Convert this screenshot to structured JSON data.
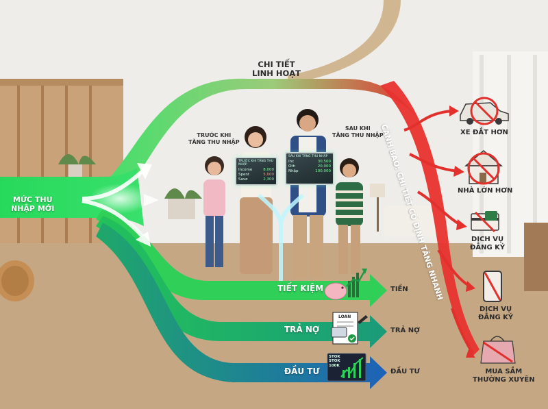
{
  "title": {
    "line1": "CHI TIẾT",
    "line2": "LINH HOẠT"
  },
  "source": {
    "line1": "MỨC THU",
    "line2": "NHẬP MỚI"
  },
  "before": {
    "line1": "TRƯỚC KHI",
    "line2": "TĂNG THU NHẬP"
  },
  "after": {
    "line1": "SAU KHI",
    "line2": "TĂNG THU NHẬP"
  },
  "warning": "CẢNH BÁO: CHI TIẾT CỐ ĐỊNH TĂNG NHANH",
  "tablet_left": {
    "header": "TRƯỚC KHI TĂNG THU NHẬP",
    "rows": [
      [
        "Income",
        "8,000"
      ],
      [
        "Spent",
        "5,000"
      ],
      [
        "Save",
        "2,300"
      ]
    ]
  },
  "tablet_right": {
    "header": "SAU KHI TĂNG THU NHẬP",
    "rows": [
      [
        "Inc",
        "30,500"
      ],
      [
        "Oth",
        "20,000"
      ],
      [
        "Nhập",
        "100,000"
      ]
    ]
  },
  "flows": [
    {
      "label": "TIẾT KIỆM",
      "outcome": "TIỀN",
      "icon": "piggy-bank-icon",
      "color": "#27c24a"
    },
    {
      "label": "TRẢ NỢ",
      "outcome": "TRẢ NỢ",
      "icon": "loan-document-icon",
      "color": "#1b9a6b"
    },
    {
      "label": "ĐẦU TƯ",
      "outcome": "ĐẦU TƯ",
      "icon": "stock-chart-icon",
      "color": "#1f6fb8"
    }
  ],
  "loan_text": "LOAN",
  "stock_text": [
    "STOK",
    "STOK",
    "100K"
  ],
  "expenses": [
    {
      "label": "XE ĐẮT HƠN",
      "icon": "car-icon"
    },
    {
      "label": "NHÀ LỚN HƠN",
      "icon": "house-icon"
    },
    {
      "label": "DỊCH VỤ\nĐĂNG KÝ",
      "icon": "credit-card-icon"
    },
    {
      "label": "DỊCH VỤ\nĐĂNG KÝ",
      "icon": "smartphone-icon"
    },
    {
      "label": "MUA SẮM\nTHƯỜNG XUYÊN",
      "icon": "shopping-bag-icon"
    }
  ],
  "colors": {
    "green": "#2fd35a",
    "red": "#e8332f",
    "tan": "#cdb48d",
    "blue": "#1f6fb8",
    "teal": "#1aa08a"
  }
}
